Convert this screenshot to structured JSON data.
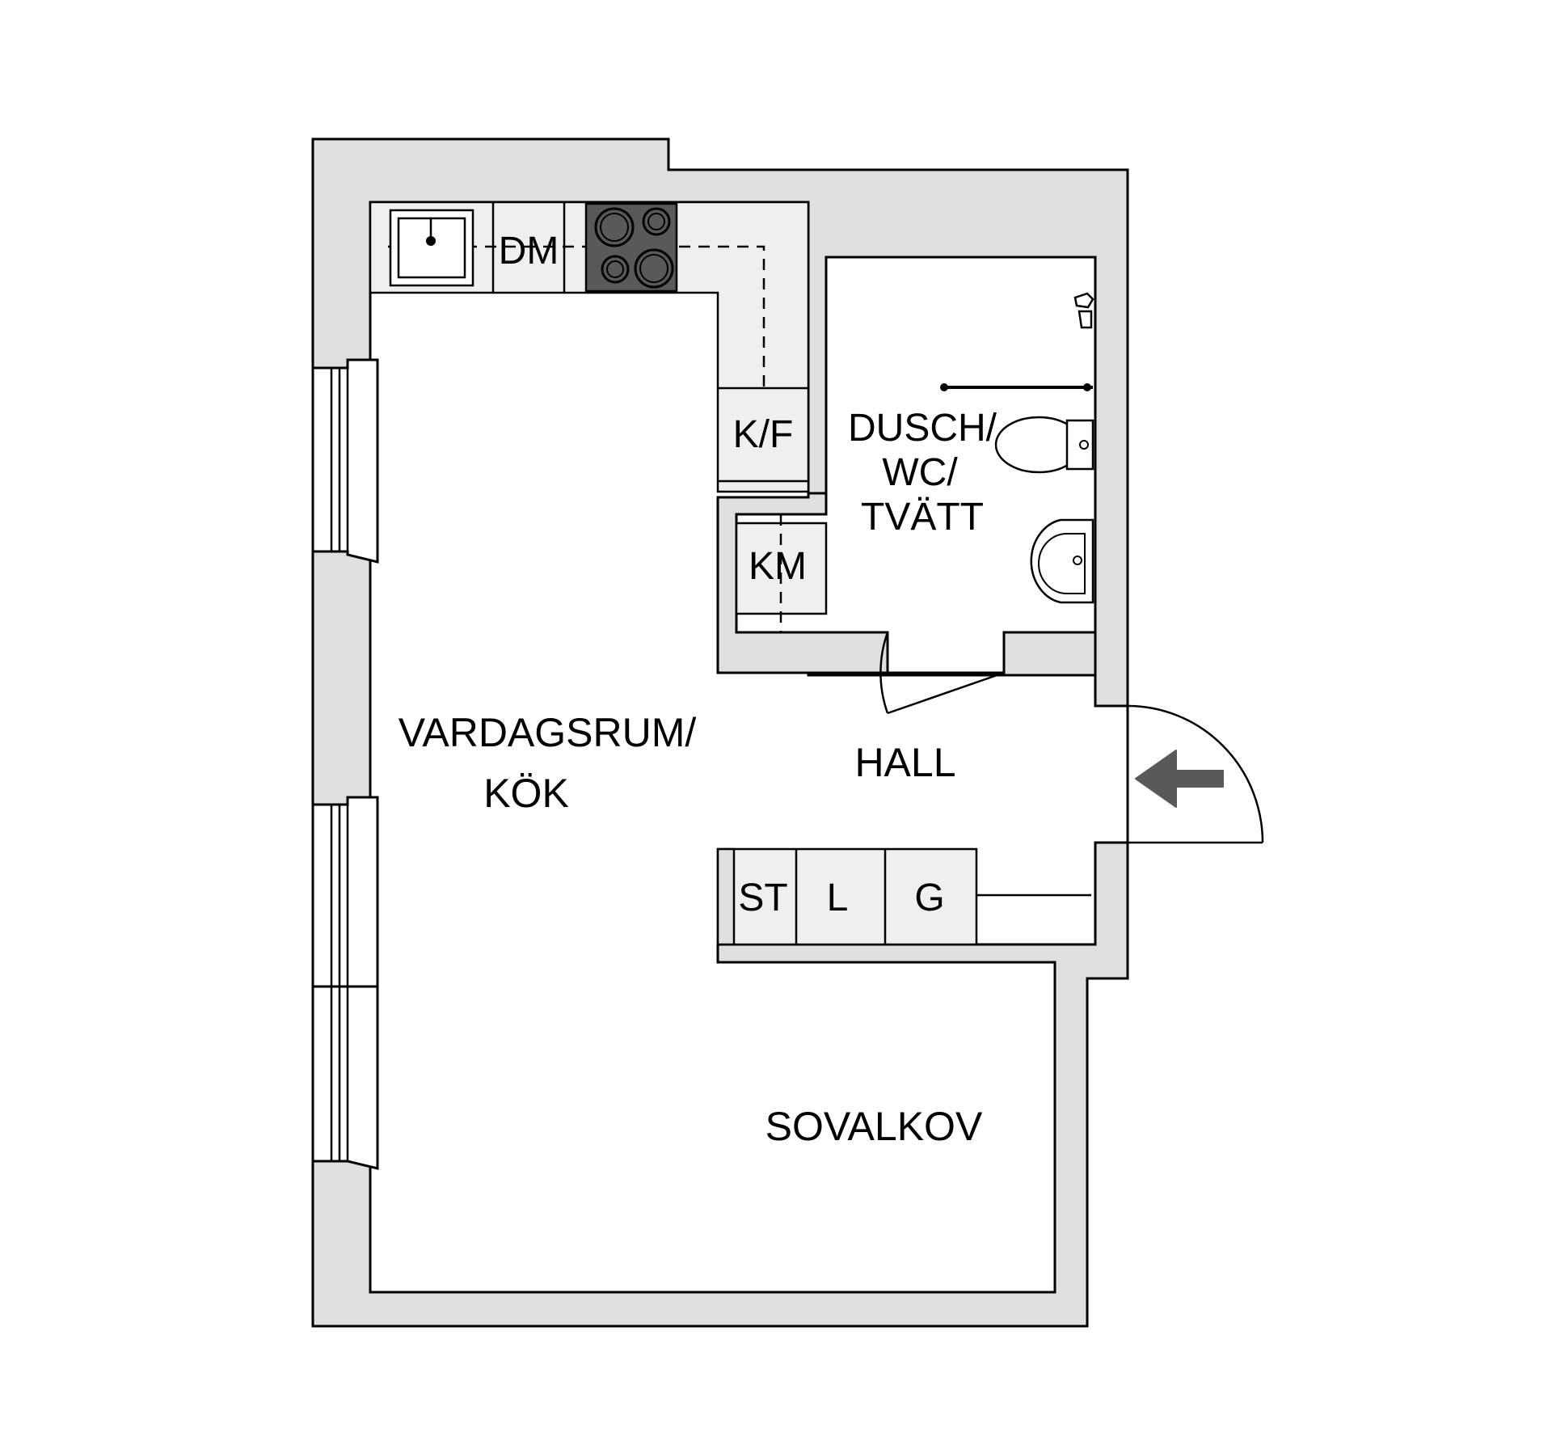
{
  "rooms": {
    "living_line1": "VARDAGSRUM/",
    "living_line2": "KÖK",
    "bath_line1": "DUSCH/",
    "bath_line2": "WC/",
    "bath_line3": "TVÄTT",
    "hall": "HALL",
    "alcove": "SOVALKOV"
  },
  "fixtures": {
    "dishwasher": "DM",
    "fridge_freezer": "K/F",
    "washing_machine": "KM",
    "closet_st": "ST",
    "closet_l": "L",
    "closet_g": "G"
  },
  "colors": {
    "wall": "#dfdfdf",
    "floor": "#ffffff",
    "cabinet": "#efefef",
    "stove": "#595959",
    "entrance_arrow": "#595959"
  },
  "icons": [
    "sink-icon",
    "stove-icon",
    "toilet-icon",
    "washbasin-icon",
    "shower-icon",
    "entrance-arrow-icon"
  ]
}
